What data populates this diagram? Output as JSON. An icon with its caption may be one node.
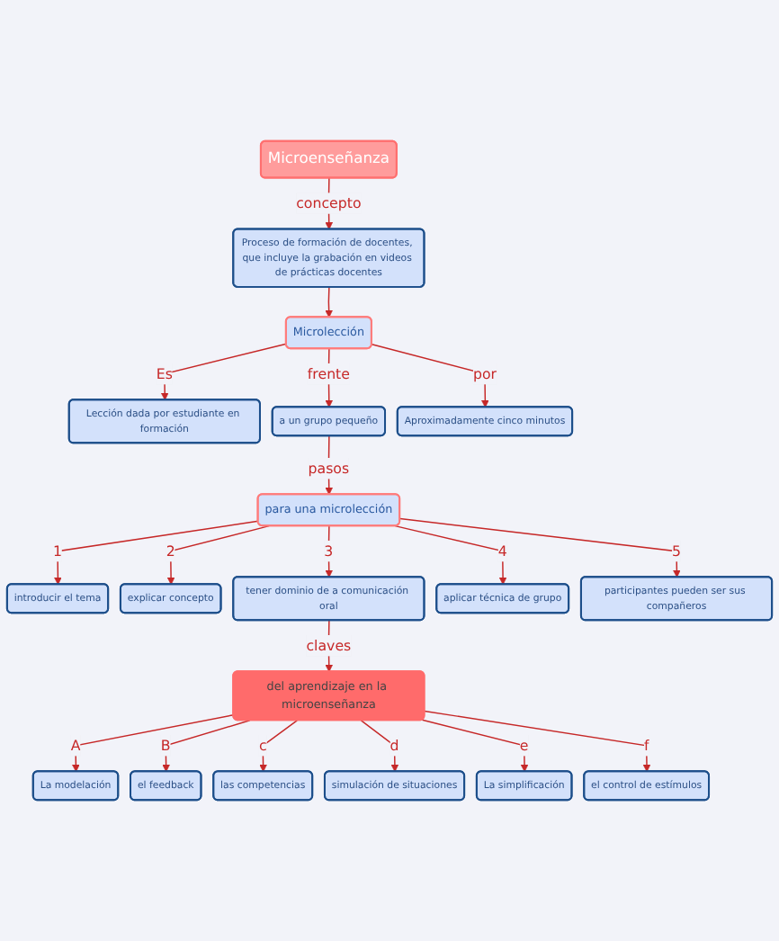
{
  "diagram": {
    "nodes": [
      {
        "text": [
          "Microenseñanza"
        ]
      },
      {
        "text": [
          "Proceso de formación de docentes, que incluye la grabación en videos de prácticas docentes"
        ]
      },
      {
        "text": [
          "Microlección"
        ]
      },
      {
        "text": [
          "Lección dada por estudiante en formación"
        ]
      },
      {
        "text": [
          "a un grupo pequeño"
        ]
      },
      {
        "text": [
          "Aproximadamente cinco minutos"
        ]
      },
      {
        "text": [
          "para una microlección"
        ]
      },
      {
        "text": [
          "introducir el tema"
        ]
      },
      {
        "text": [
          "explicar concepto"
        ]
      },
      {
        "text": [
          "tener dominio de a comunicación oral"
        ]
      },
      {
        "text": [
          "aplicar técnica de grupo"
        ]
      },
      {
        "text": [
          "participantes pueden ser sus compañeros"
        ]
      },
      {
        "text": [
          "del aprendizaje en la microenseñanza"
        ]
      },
      {
        "text": [
          "La modelación"
        ]
      },
      {
        "text": [
          "el feedback"
        ]
      },
      {
        "text": [
          "las competencias"
        ]
      },
      {
        "text": [
          "simulación de situaciones"
        ]
      },
      {
        "text": [
          "La simplificación"
        ]
      },
      {
        "text": [
          "el control de estímulos"
        ]
      }
    ],
    "edges": [
      {
        "from": 0,
        "to": 1,
        "arrow": "to",
        "label": "concepto"
      },
      {
        "from": 1,
        "to": 2,
        "arrow": "to"
      },
      {
        "from": 2,
        "to": 3,
        "arrow": "to",
        "label": "Es"
      },
      {
        "from": 2,
        "to": 4,
        "arrow": "to",
        "label": "frente"
      },
      {
        "from": 2,
        "to": 5,
        "arrow": "to",
        "label": "por"
      },
      {
        "from": 4,
        "to": 6,
        "arrow": "to",
        "label": "pasos"
      },
      {
        "from": 6,
        "to": 7,
        "arrow": "to",
        "label": "1"
      },
      {
        "from": 6,
        "to": 8,
        "arrow": "to",
        "label": "2"
      },
      {
        "from": 6,
        "to": 9,
        "arrow": "to",
        "label": "3"
      },
      {
        "from": 6,
        "to": 10,
        "arrow": "to",
        "label": "4"
      },
      {
        "from": 6,
        "to": 11,
        "arrow": "to",
        "label": "5"
      },
      {
        "from": 9,
        "to": 12,
        "arrow": "to",
        "label": "claves"
      },
      {
        "from": 12,
        "to": 13,
        "arrow": "to",
        "label": "A"
      },
      {
        "from": 12,
        "to": 14,
        "arrow": "to",
        "label": "B"
      },
      {
        "from": 12,
        "to": 15,
        "arrow": "to",
        "label": "c"
      },
      {
        "from": 12,
        "to": 16,
        "arrow": "to",
        "label": "d"
      },
      {
        "from": 12,
        "to": 17,
        "arrow": "to",
        "label": "e"
      },
      {
        "from": 12,
        "to": 18,
        "arrow": "to",
        "label": "f"
      }
    ]
  }
}
